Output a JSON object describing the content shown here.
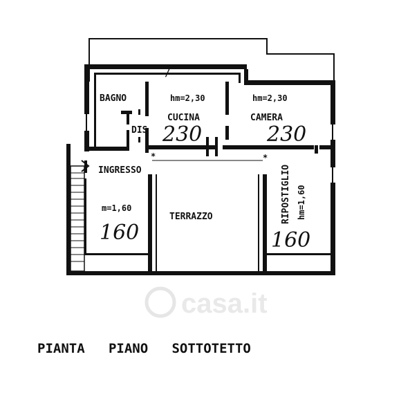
{
  "rooms": {
    "bagno": "BAGNO",
    "cucina": "CUCINA",
    "camera": "CAMERA",
    "dis": "DIS",
    "ingresso": "INGRESSO",
    "terrazzo": "TERRAZZO",
    "ripostiglio": "RIPOSTIGLIO"
  },
  "heights": {
    "cucina_hm": "hm=2,30",
    "camera_hm": "hm=2,30",
    "ingresso_hm": "m=1,60",
    "ripostiglio_hm": "hm=1,60"
  },
  "handwritten": {
    "cucina": "230",
    "camera": "230",
    "ingresso": "160",
    "ripostiglio": "160"
  },
  "title": "PIANTA   PIANO   SOTTOTETTO",
  "watermark": "casa.it"
}
